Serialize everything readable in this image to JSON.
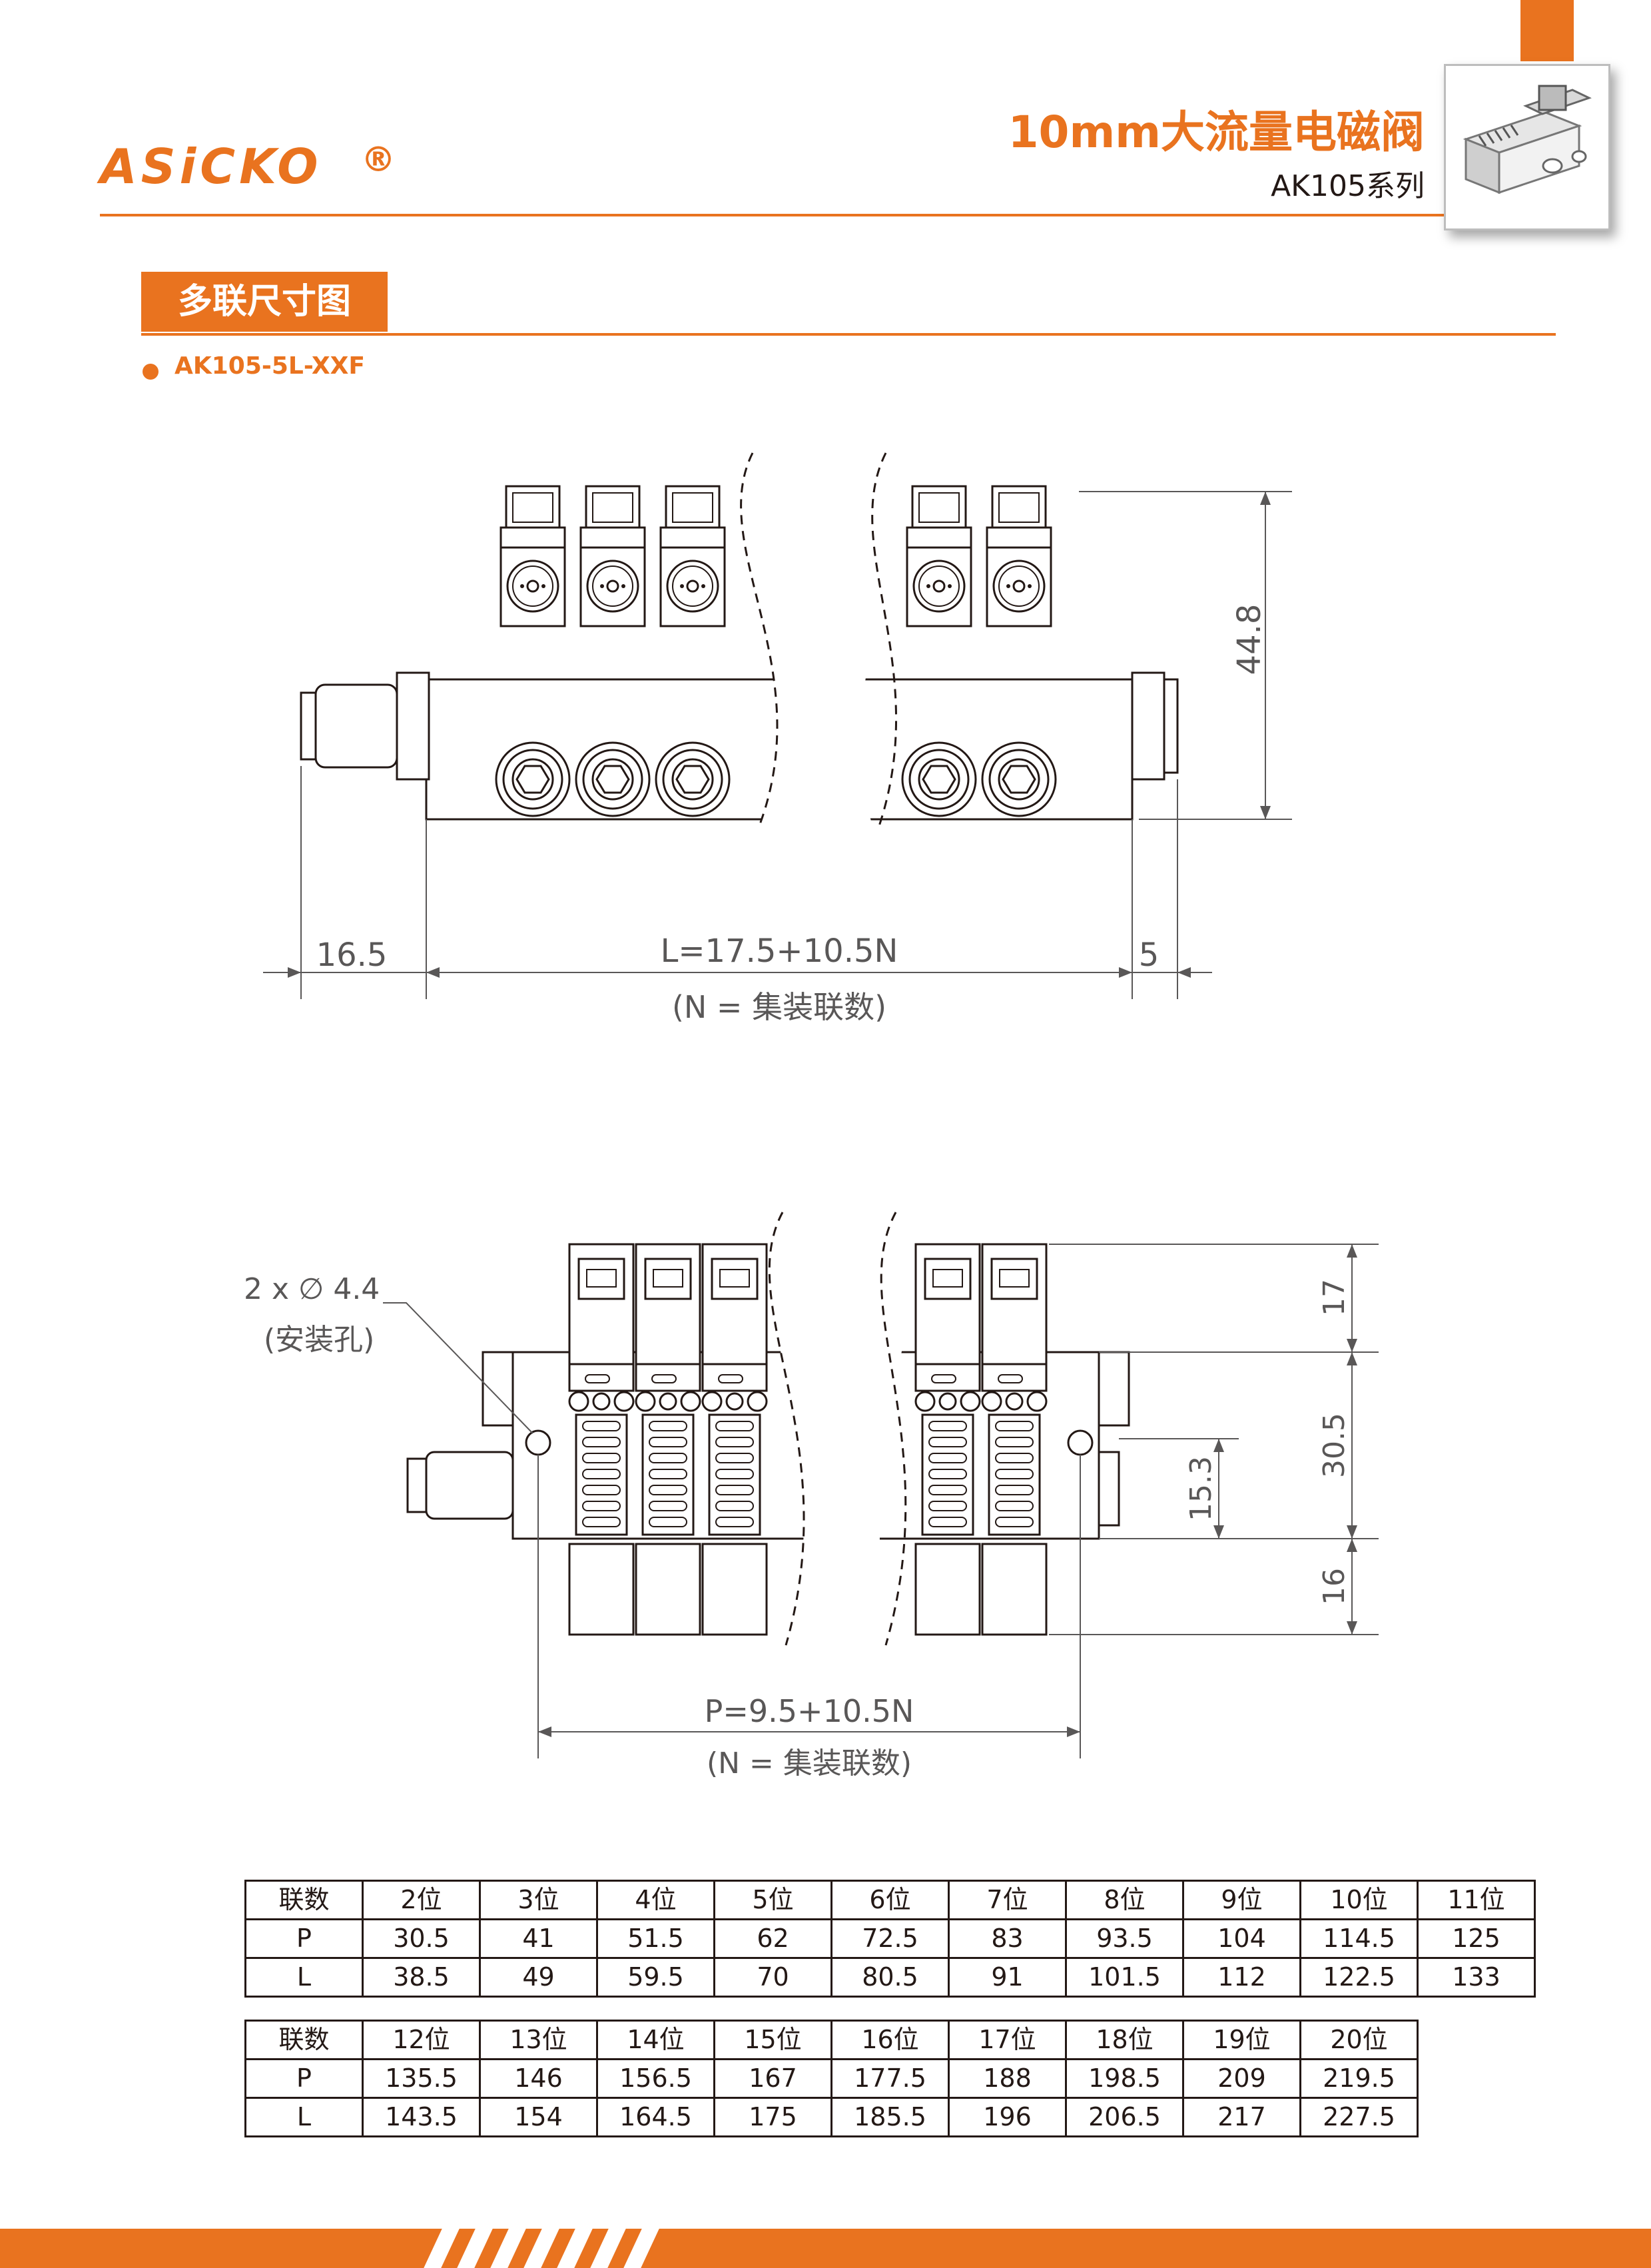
{
  "header": {
    "brand": "ASiCKO",
    "registered_mark": "®",
    "title": "10mm大流量电磁阀",
    "series": "AK105系列"
  },
  "section": {
    "title": "多联尺寸图",
    "model": "AK105-5L-XXF"
  },
  "drawing_front": {
    "height_dim": "44.8",
    "left_dim": "16.5",
    "length_formula": "L=17.5+10.5N",
    "length_note": "(N = 集装联数)",
    "right_dim": "5"
  },
  "drawing_top": {
    "hole_label": "2 x ∅ 4.4",
    "hole_note": "(安装孔)",
    "dim_top": "17",
    "dim_mid": "30.5",
    "dim_hole": "15.3",
    "dim_bottom": "16",
    "pitch_formula": "P=9.5+10.5N",
    "pitch_note": "(N = 集装联数)"
  },
  "table1": {
    "header": [
      "联数",
      "2位",
      "3位",
      "4位",
      "5位",
      "6位",
      "7位",
      "8位",
      "9位",
      "10位",
      "11位"
    ],
    "rows": [
      [
        "P",
        "30.5",
        "41",
        "51.5",
        "62",
        "72.5",
        "83",
        "93.5",
        "104",
        "114.5",
        "125"
      ],
      [
        "L",
        "38.5",
        "49",
        "59.5",
        "70",
        "80.5",
        "91",
        "101.5",
        "112",
        "122.5",
        "133"
      ]
    ]
  },
  "table2": {
    "header": [
      "联数",
      "12位",
      "13位",
      "14位",
      "15位",
      "16位",
      "17位",
      "18位",
      "19位",
      "20位"
    ],
    "rows": [
      [
        "P",
        "135.5",
        "146",
        "156.5",
        "167",
        "177.5",
        "188",
        "198.5",
        "209",
        "219.5"
      ],
      [
        "L",
        "143.5",
        "154",
        "164.5",
        "175",
        "185.5",
        "196",
        "206.5",
        "217",
        "227.5"
      ]
    ]
  },
  "colors": {
    "accent": "#e9731f",
    "line": "#231815",
    "dimension": "#595757"
  }
}
